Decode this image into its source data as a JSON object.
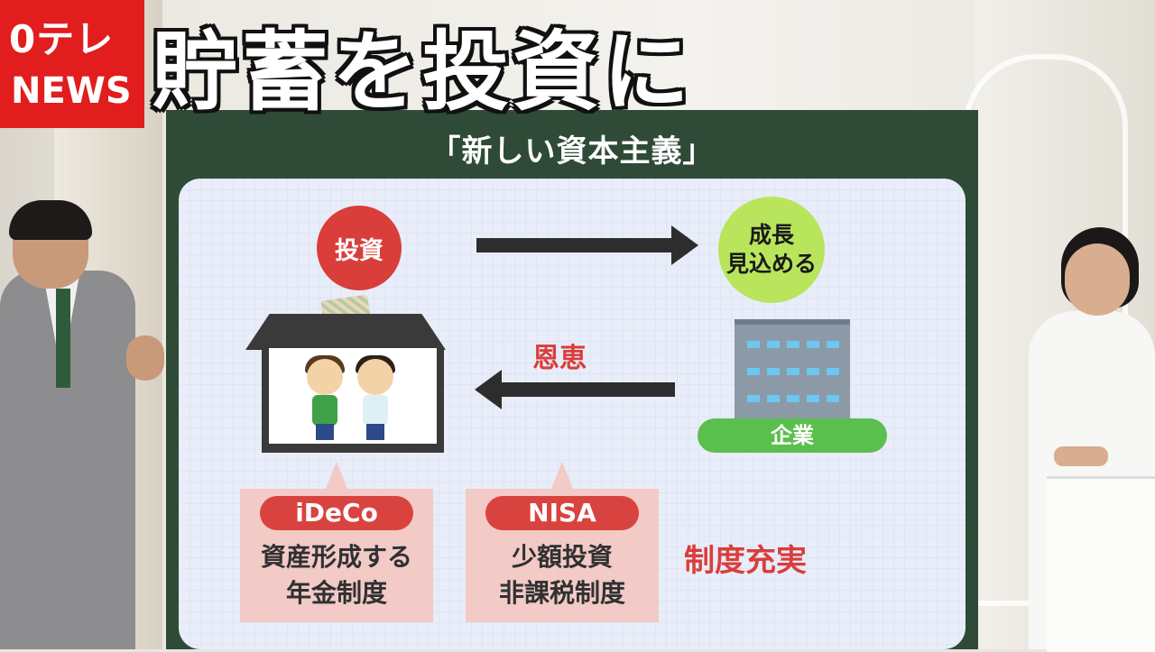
{
  "logo": {
    "top": "0テレ",
    "bottom": "NEWS"
  },
  "headline": "貯蓄を投資に",
  "board": {
    "title": "「新しい資本主義」",
    "invest": "投資",
    "growth_line1": "成長",
    "growth_line2": "見込める",
    "benefit": "恩恵",
    "company": "企業",
    "ideco": {
      "label": "iDeCo",
      "line1": "資産形成する",
      "line2": "年金制度"
    },
    "nisa": {
      "label": "NISA",
      "line1": "少額投資",
      "line2": "非課税制度"
    },
    "system": "制度充実"
  },
  "colors": {
    "brand_red": "#e11d1d",
    "board_green": "#2f4a37",
    "accent_red": "#d93e3a",
    "growth_green": "#b8e55c",
    "company_green": "#5bbf4d"
  }
}
